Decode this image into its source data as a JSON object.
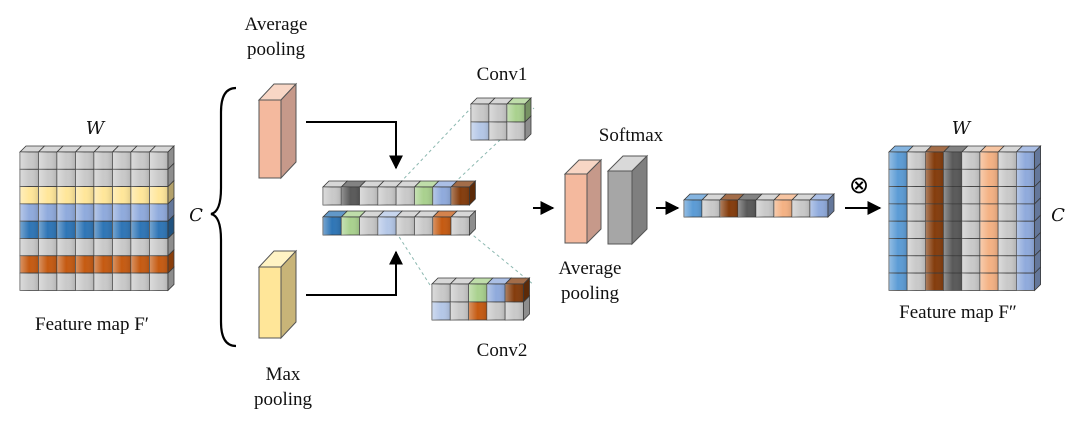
{
  "labels": {
    "W_left": "W",
    "C_left": "C",
    "feature_map_left": "Feature map F′",
    "avg_pool_top_line1": "Average",
    "avg_pool_top_line2": "pooling",
    "max_pool_line1": "Max",
    "max_pool_line2": "pooling",
    "conv1": "Conv1",
    "conv2": "Conv2",
    "softmax": "Softmax",
    "avg_pool_mid_line1": "Average",
    "avg_pool_mid_line2": "pooling",
    "W_right": "W",
    "C_right": "C",
    "multiply_symbol": "⊗",
    "feature_map_right": "Feature map F″"
  },
  "colors": {
    "gray": "#c9c9c9",
    "light_gray": "#e2e2e2",
    "dark_gray": "#595959",
    "yellow": "#ffe699",
    "light_blue": "#8faadc",
    "blue": "#2e75b6",
    "orange": "#c55a11",
    "brown": "#843c0c",
    "green": "#a9d18e",
    "peach": "#f4b183",
    "pale_blue": "#b4c7e7",
    "mid_blue": "#5b9bd5"
  },
  "left_feature_map_rows": [
    "gray",
    "gray",
    "yellow",
    "light_blue",
    "blue",
    "gray",
    "orange",
    "gray"
  ],
  "right_feature_map_columns": [
    "mid_blue",
    "gray",
    "brown",
    "dark_gray",
    "gray",
    "peach",
    "gray",
    "light_blue"
  ],
  "concat_row1": [
    "gray",
    "dark_gray",
    "gray",
    "gray",
    "gray",
    "green",
    "light_blue",
    "brown"
  ],
  "concat_row2": [
    "blue",
    "green",
    "gray",
    "pale_blue",
    "gray",
    "gray",
    "orange",
    "gray"
  ],
  "conv1_row1": [
    "gray",
    "gray",
    "green"
  ],
  "conv1_row2": [
    "pale_blue",
    "gray",
    "gray"
  ],
  "conv2_row1": [
    "gray",
    "gray",
    "green",
    "light_blue",
    "brown"
  ],
  "conv2_row2": [
    "pale_blue",
    "gray",
    "orange",
    "gray",
    "gray"
  ],
  "output_vector": [
    "mid_blue",
    "gray",
    "brown",
    "dark_gray",
    "gray",
    "peach",
    "gray",
    "light_blue"
  ]
}
